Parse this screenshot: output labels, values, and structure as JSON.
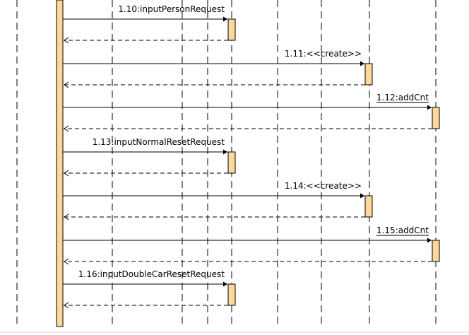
{
  "colors": {
    "background": "#ffffff",
    "line": "#000000",
    "activation_fill": "#fdd79b",
    "activation_stroke": "#000000",
    "bottom_edge": "#d9d9d9"
  },
  "messages": [
    {
      "label": "1.10:inputPersonRequest",
      "target": "lane-5",
      "underline": false
    },
    {
      "label": "1.11:<<create>>",
      "target": "lane-7",
      "underline": false
    },
    {
      "label": "1.12:addCnt",
      "target": "lane-8",
      "underline": true
    },
    {
      "label": "1.13:inputNormalResetRequest",
      "target": "lane-5",
      "underline": false
    },
    {
      "label": "1.14:<<create>>",
      "target": "lane-7",
      "underline": false
    },
    {
      "label": "1.15:addCnt",
      "target": "lane-8",
      "underline": true
    },
    {
      "label": "1.16:inputDoubleCarResetRequest",
      "target": "lane-5",
      "underline": false
    }
  ]
}
